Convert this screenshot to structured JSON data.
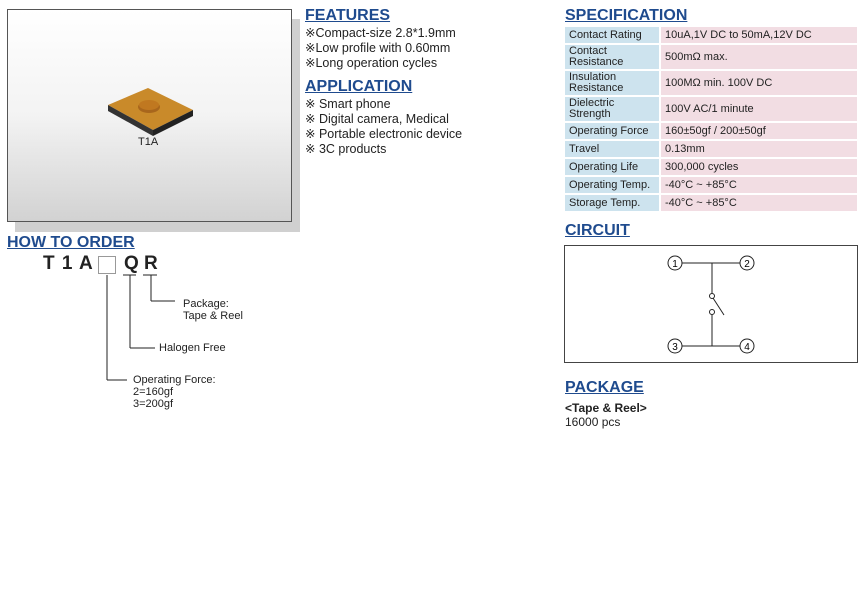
{
  "product": {
    "caption": "T1A"
  },
  "features": {
    "title": "FEATURES",
    "items": [
      "※Compact-size 2.8*1.9mm",
      "※Low profile with 0.60mm",
      "※Long operation cycles"
    ]
  },
  "application": {
    "title": "APPLICATION",
    "items": [
      "※ Smart phone",
      "※ Digital camera, Medical",
      "※ Portable electronic device",
      "※ 3C products"
    ]
  },
  "specification": {
    "title": "SPECIFICATION",
    "rows": [
      {
        "label": "Contact Rating",
        "value": "10uA,1V DC to 50mA,12V DC"
      },
      {
        "label": "Contact Resistance",
        "value": "500mΩ max."
      },
      {
        "label": "Insulation Resistance",
        "value": "100MΩ min. 100V DC"
      },
      {
        "label": "Dielectric Strength",
        "value": "100V AC/1 minute"
      },
      {
        "label": "Operating Force",
        "value": "160±50gf / 200±50gf"
      },
      {
        "label": "Travel",
        "value": "0.13mm"
      },
      {
        "label": "Operating Life",
        "value": "300,000 cycles"
      },
      {
        "label": "Operating Temp.",
        "value": "-40°C ~ +85°C"
      },
      {
        "label": "Storage Temp.",
        "value": "-40°C ~ +85°C"
      }
    ]
  },
  "circuit": {
    "title": "CIRCUIT",
    "pins": [
      "1",
      "2",
      "3",
      "4"
    ]
  },
  "how_to_order": {
    "title": "HOW TO ORDER",
    "code": [
      "T",
      "1",
      "A",
      "Q",
      "R"
    ],
    "package": [
      "Package:",
      "Tape & Reel"
    ],
    "halogen": "Halogen Free",
    "force": [
      "Operating Force:",
      "2=160gf",
      "3=200gf"
    ]
  },
  "package": {
    "title": "PACKAGE",
    "type": "<Tape & Reel>",
    "qty": "16000 pcs"
  }
}
